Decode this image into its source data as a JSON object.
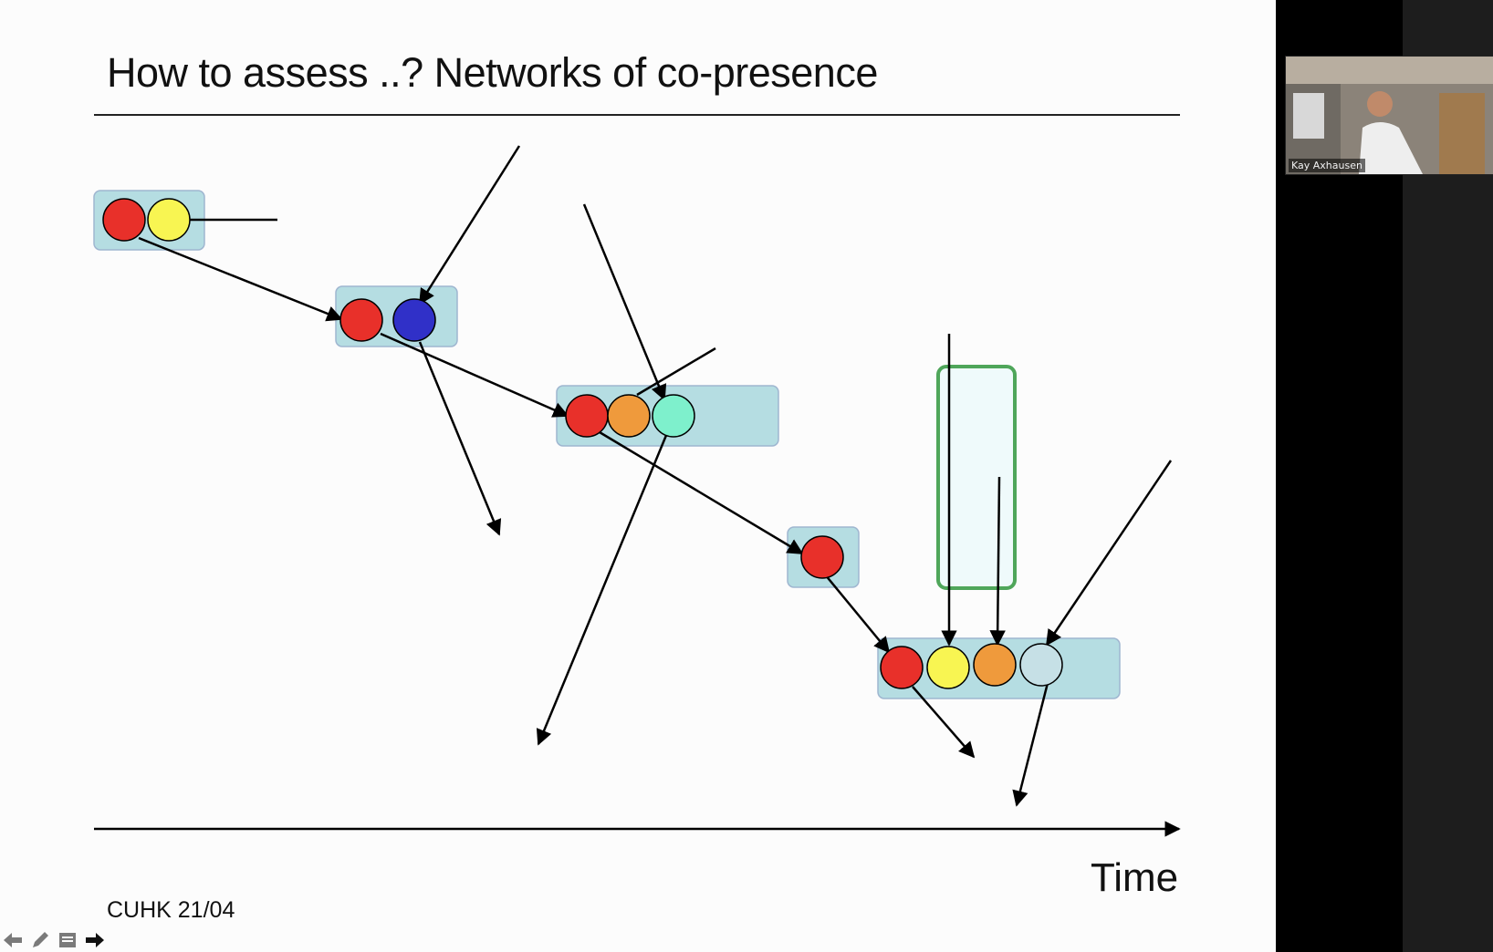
{
  "slide": {
    "title": "How to assess ..?  Networks of co-presence",
    "axis_label": "Time",
    "footer": "CUHK 21/04"
  },
  "video": {
    "participant_name": "Kay Axhausen"
  },
  "controls": {
    "icons": [
      "previous-slide-icon",
      "pen-icon",
      "slide-menu-icon",
      "next-slide-icon"
    ]
  },
  "colors": {
    "box_fill": "#b5dde2",
    "box_stroke": "#9fb6d0",
    "highlight_stroke": "#4fa65a",
    "highlight_fill": "#effafb",
    "red": "#e8302a",
    "yellow": "#f8f552",
    "blue": "#3030c8",
    "orange": "#ef9a3c",
    "mint": "#7ef0cc",
    "grey": "#c6e0e6"
  }
}
